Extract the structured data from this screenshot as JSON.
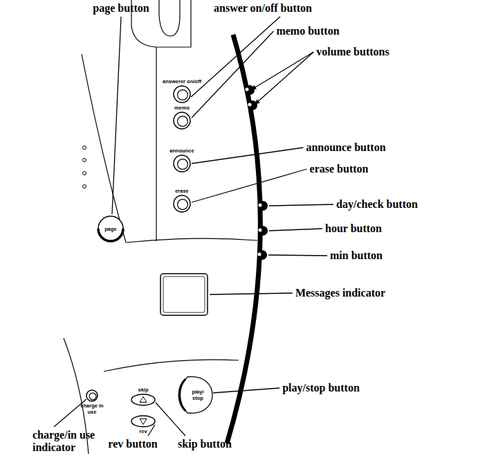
{
  "diagram": {
    "nodes": [
      {
        "text": [
          "answerer on/off"
        ]
      },
      {
        "text": [
          "memo"
        ]
      },
      {
        "text": [
          "announce"
        ]
      },
      {
        "text": [
          "erase"
        ]
      },
      {
        "text": [
          "page"
        ]
      },
      {
        "text": [
          "skip"
        ]
      },
      {
        "text": [
          "rev"
        ]
      },
      {
        "text": [
          "play/ stop"
        ]
      },
      {
        "text": [
          "charge in use"
        ]
      }
    ],
    "labels": [
      "page button",
      "answer on/off button",
      "memo button",
      "volume buttons",
      "announce button",
      "erase button",
      "day/check button",
      "hour button",
      "min button",
      "Messages indicator",
      "play/stop button",
      "charge/in use indicator",
      "rev button",
      "skip button"
    ]
  }
}
